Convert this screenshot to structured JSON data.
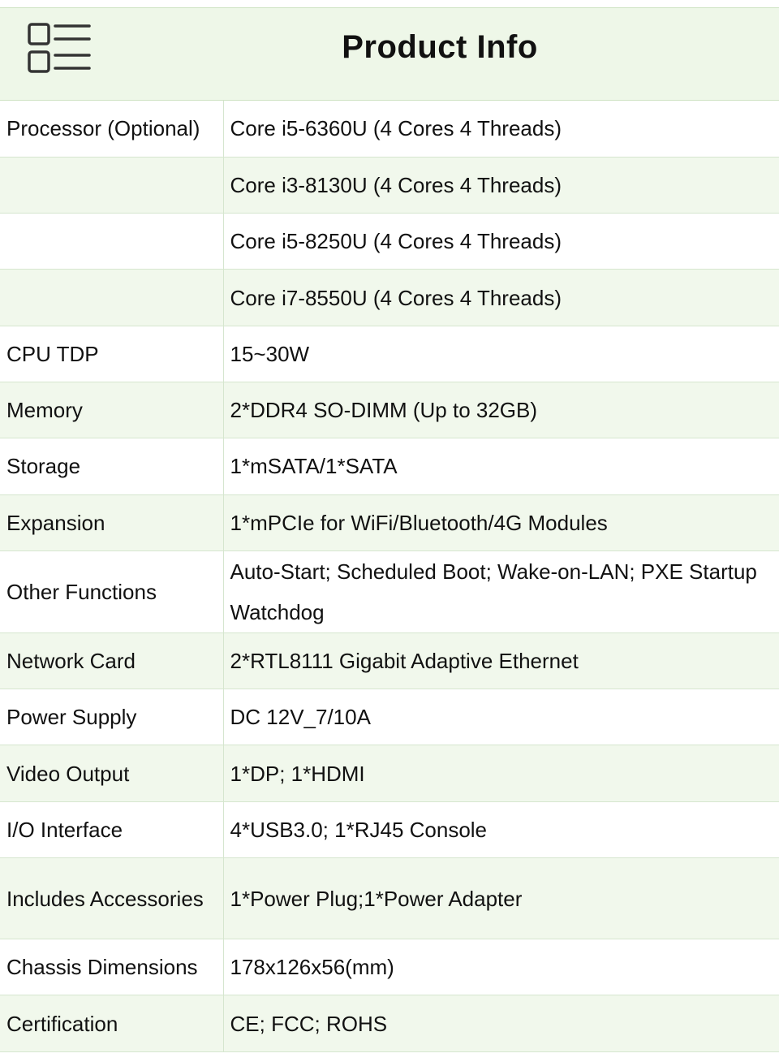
{
  "header": {
    "title": "Product Info",
    "icon": "list-icon"
  },
  "colors": {
    "header_background": "#eef7e8",
    "row_alternate": "#f1f8ec",
    "border": "#d6e6cf"
  },
  "rows": [
    {
      "label": "Processor (Optional)",
      "value": "Core i5-6360U (4 Cores 4 Threads)"
    },
    {
      "label": "",
      "value": "Core i3-8130U (4 Cores 4 Threads)"
    },
    {
      "label": "",
      "value": "Core i5-8250U (4 Cores 4 Threads)"
    },
    {
      "label": "",
      "value": "Core i7-8550U (4 Cores 4 Threads)"
    },
    {
      "label": "CPU TDP",
      "value": "15~30W"
    },
    {
      "label": "Memory",
      "value": "2*DDR4 SO-DIMM (Up to 32GB)"
    },
    {
      "label": "Storage",
      "value": "1*mSATA/1*SATA"
    },
    {
      "label": "Expansion",
      "value": "1*mPCIe for WiFi/Bluetooth/4G Modules"
    },
    {
      "label": "Other Functions",
      "value": "Auto-Start; Scheduled Boot; Wake-on-LAN; PXE Startup Watchdog"
    },
    {
      "label": "Network Card",
      "value": "2*RTL8111 Gigabit Adaptive Ethernet"
    },
    {
      "label": "Power Supply",
      "value": "DC 12V_7/10A"
    },
    {
      "label": "Video Output",
      "value": "1*DP; 1*HDMI"
    },
    {
      "label": "I/O Interface",
      "value": "4*USB3.0; 1*RJ45 Console"
    },
    {
      "label": "Includes Accessories",
      "value": "1*Power Plug;1*Power Adapter"
    },
    {
      "label": "Chassis Dimensions",
      "value": "178x126x56(mm)"
    },
    {
      "label": "Certification",
      "value": "CE; FCC; ROHS"
    }
  ]
}
